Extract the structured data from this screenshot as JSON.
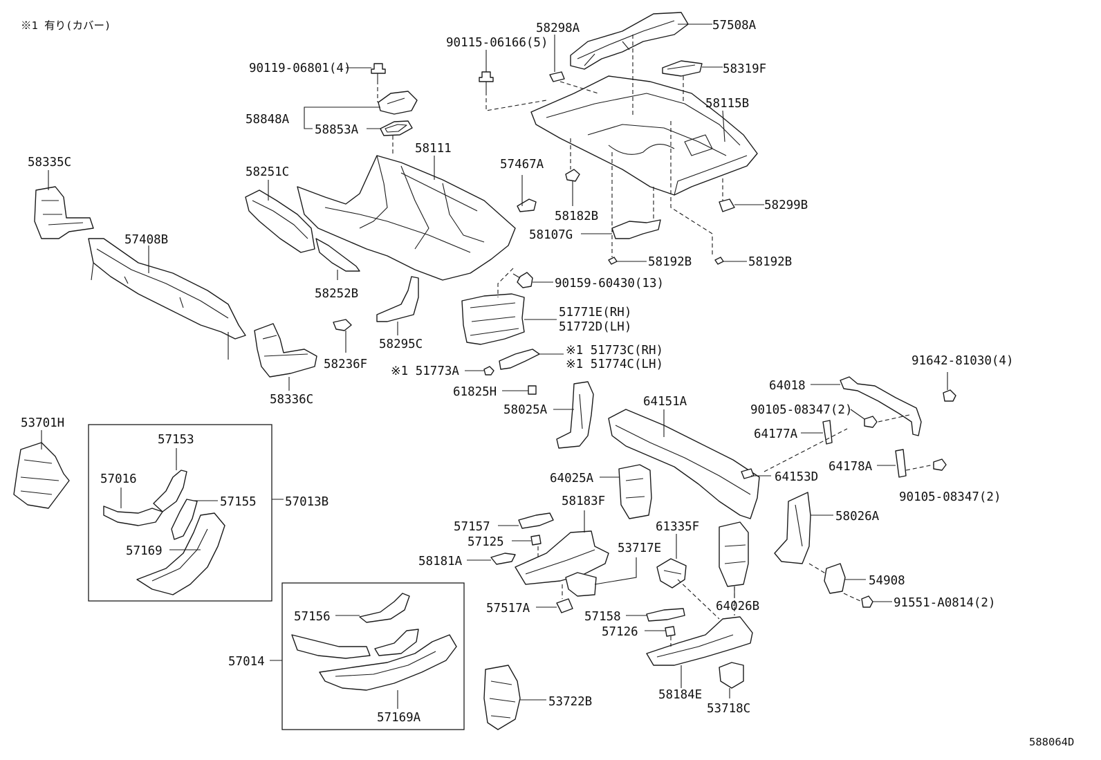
{
  "note": "※1 有り(カバー)",
  "figure_id": "588064D",
  "labels": {
    "p57508A": "57508A",
    "p58298A": "58298A",
    "p90115": "90115-06166(5)",
    "p58319F": "58319F",
    "p90119": "90119-06801(4)",
    "p58848A": "58848A",
    "p58853A": "58853A",
    "p58115B": "58115B",
    "p58335C": "58335C",
    "p58251C": "58251C",
    "p58111": "58111",
    "p57467A": "57467A",
    "p58182B": "58182B",
    "p58299B": "58299B",
    "p57408B": "57408B",
    "p58107G": "58107G",
    "p58192B_1": "58192B",
    "p58192B_2": "58192B",
    "p90159": "90159-60430(13)",
    "p58252B": "58252B",
    "p51771E": "51771E(RH)",
    "p51772D": "51772D(LH)",
    "p58295C": "58295C",
    "p58236F": "58236F",
    "p51773C": "※1 51773C(RH)",
    "p51774C": "※1 51774C(LH)",
    "p51773A": "※1 51773A",
    "p58336C": "58336C",
    "p91642": "91642-81030(4)",
    "p64018": "64018",
    "p61825H": "61825H",
    "p64151A": "64151A",
    "p58025A": "58025A",
    "p90105a": "90105-08347(2)",
    "p53701H": "53701H",
    "p64177A": "64177A",
    "p57153": "57153",
    "p64178A": "64178A",
    "p57016": "57016",
    "p64025A": "64025A",
    "p64153D": "64153D",
    "p90105b": "90105-08347(2)",
    "p57155": "57155",
    "p57013B": "57013B",
    "p58183F": "58183F",
    "p58026A": "58026A",
    "p57157": "57157",
    "p61335F": "61335F",
    "p57125": "57125",
    "p53717E": "53717E",
    "p57169": "57169",
    "p58181A": "58181A",
    "p54908": "54908",
    "p91551": "91551-A0814(2)",
    "p57517A": "57517A",
    "p64026B": "64026B",
    "p57156": "57156",
    "p57158": "57158",
    "p57126": "57126",
    "p57014": "57014",
    "p58184E": "58184E",
    "p53722B": "53722B",
    "p53718C": "53718C",
    "p57169A": "57169A"
  }
}
